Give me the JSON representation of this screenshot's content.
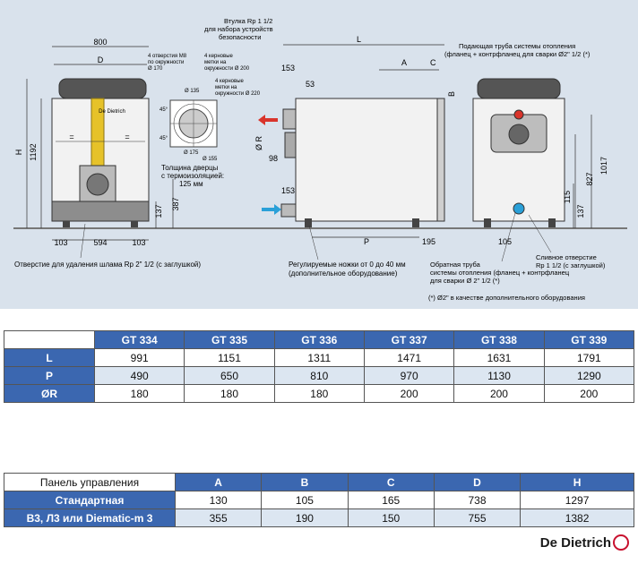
{
  "drawing": {
    "labels": {
      "w800": "800",
      "d": "D",
      "eq1": "=",
      "eq2": "=",
      "h": "H",
      "h1192": "1192",
      "brand": "De Dietrich",
      "holes": "4 отверстия M8\nпо окружности\nØ 170",
      "marks200": "4 керновые\nметки на\nокружности Ø 200",
      "marks220": "4 керновые\nметки на\nокружности Ø 220",
      "d135": "Ø 135",
      "d175": "Ø 175",
      "d155": "Ø 155",
      "a45a": "45°",
      "a45b": "45°",
      "door": "Толщина дверцы\nс термоизоляцией:\n125 мм",
      "d137a": "137",
      "d387": "387",
      "d103a": "103",
      "d594": "594",
      "d103b": "103",
      "sludge": "Отверстие для удаления шлама Rp 2\" 1/2 (с заглушкой)",
      "sleeve": "Втулка Rp 1 1/2\nдля набора устройств\nбезопасности",
      "L": "L",
      "d153a": "153",
      "d53": "53",
      "dR": "Ø R",
      "d98": "98",
      "d153b": "153",
      "P": "P",
      "d195": "195",
      "A": "A",
      "C": "C",
      "B": "B",
      "feet": "Регулируемые ножки от 0 до 40 мм\n(дополнительное оборудование)",
      "supply": "Подающая труба системы отопления\n(фланец + контрфланец для сварки Ø2\" 1/2 (*)",
      "d827": "827",
      "d1017": "1017",
      "d115": "115",
      "d137b": "137",
      "d105": "105",
      "return": "Обратная труба\nсистемы отопления (фланец + контрфланец\nдля сварки Ø 2\" 1/2 (*)",
      "drain": "Сливное отверстие\nRp 1 1/2 (с заглушкой)",
      "note": "(*)  Ø2\" в качестве дополнительного оборудования"
    }
  },
  "table1": {
    "headers": [
      "",
      "GT 334",
      "GT 335",
      "GT 336",
      "GT 337",
      "GT 338",
      "GT 339"
    ],
    "rows": [
      {
        "label": "L",
        "values": [
          "991",
          "1151",
          "1311",
          "1471",
          "1631",
          "1791"
        ]
      },
      {
        "label": "P",
        "values": [
          "490",
          "650",
          "810",
          "970",
          "1130",
          "1290"
        ]
      },
      {
        "label": "ØR",
        "values": [
          "180",
          "180",
          "180",
          "200",
          "200",
          "200"
        ]
      }
    ]
  },
  "table2": {
    "headers": [
      "Панель управления",
      "A",
      "B",
      "C",
      "D",
      "H"
    ],
    "rows": [
      {
        "label": "Стандартная",
        "values": [
          "130",
          "105",
          "165",
          "738",
          "1297"
        ]
      },
      {
        "label": "B3, Л3 или Diematic-m 3",
        "values": [
          "355",
          "190",
          "150",
          "755",
          "1382"
        ]
      }
    ]
  },
  "footer": {
    "brand": "De Dietrich"
  },
  "colors": {
    "accent": "#3b67b0",
    "flame": "#e6c229",
    "hot": "#d9342b",
    "cold": "#2aa0d8"
  }
}
